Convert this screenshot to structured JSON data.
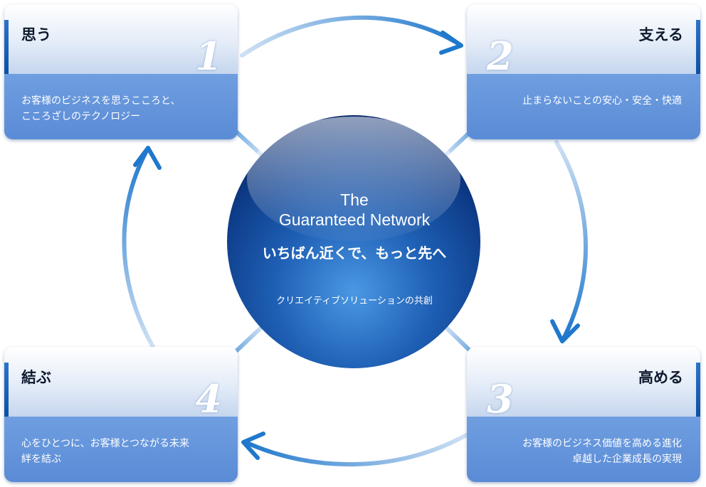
{
  "center": {
    "title_line1": "The",
    "title_line2": "Guaranteed Network",
    "tagline": "いちばん近くで、もっと先へ",
    "subtitle": "クリエイティブソリューションの共創"
  },
  "cards": [
    {
      "title": "思う",
      "number": "1",
      "description": "お客様のビジネスを思うこころと、\nこころざしのテクノロジー"
    },
    {
      "title": "支える",
      "number": "2",
      "description": "止まらないことの安心・安全・快適"
    },
    {
      "title": "高める",
      "number": "3",
      "description": "お客様のビジネス価値を高める進化\n卓越した企業成長の実現"
    },
    {
      "title": "結ぶ",
      "number": "4",
      "description": "心をひとつに、お客様とつながる未来\n絆を結ぶ"
    }
  ],
  "colors": {
    "accent": "#1e6fc6",
    "arrow": "#2e84d0",
    "card_body": "#5f8fd8",
    "sphere_dark": "#0a2f73",
    "sphere_light": "#3d8ad8"
  },
  "icons": {
    "flow_arrows": "curved-arrow-icon",
    "diagonal_arrows": "diagonal-arrow-icon"
  }
}
